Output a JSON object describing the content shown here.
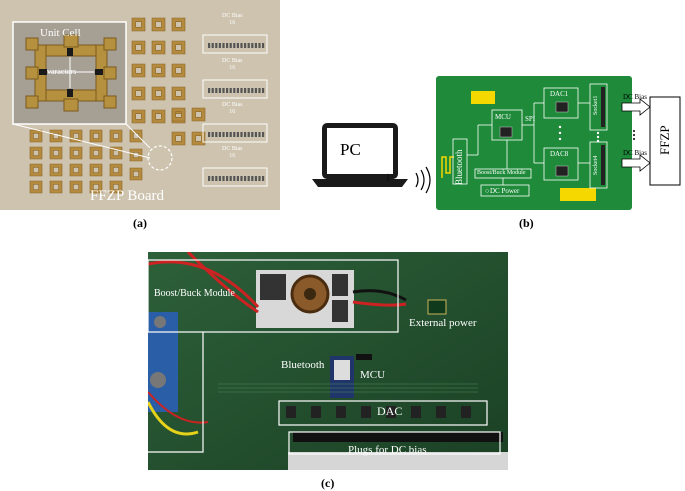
{
  "panel_a": {
    "unit_cell_label": "Unit Cell",
    "varactors_label": "varactors",
    "dc_bias_label": "DC Bias",
    "dc_bias_count": "16",
    "board_label": "FFZP Board",
    "caption": "(a)"
  },
  "panel_b": {
    "pc_label": "PC",
    "bluetooth_label": "Bluetooth",
    "mcu_label": "MCU",
    "spi_label": "SPI",
    "dac1_label": "DAC1",
    "dac8_label": "DAC8",
    "socket1_label": "Socket1",
    "socket4_label": "Socket4",
    "boost_label": "Boost/Buck Module",
    "dc_power_label": "DC Power",
    "dc_bias_label": "DC Bias",
    "ffzp_label": "FFZP",
    "caption": "(b)",
    "colors": {
      "board": "#1e8a3a",
      "battery": "#f5d800"
    }
  },
  "panel_c": {
    "boost_label": "Boost/Buck Module",
    "external_power_label": "External power",
    "bluetooth_label": "Bluetooth",
    "mcu_label": "MCU",
    "dac_label": "DAC",
    "plugs_label": "Plugs for DC bias",
    "caption": "(c)"
  }
}
